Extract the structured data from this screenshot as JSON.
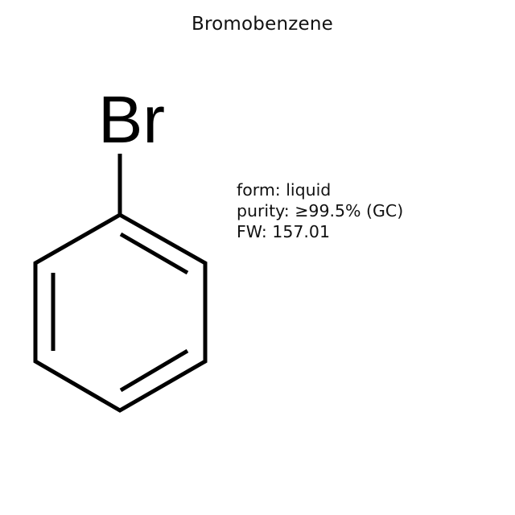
{
  "title": "Bromobenzene",
  "molecule": {
    "substituent_label": "Br",
    "ring": "benzene",
    "bond_color": "#000000"
  },
  "properties": {
    "form": "form: liquid",
    "purity": "purity: ≥99.5% (GC)",
    "fw": "FW: 157.01"
  }
}
